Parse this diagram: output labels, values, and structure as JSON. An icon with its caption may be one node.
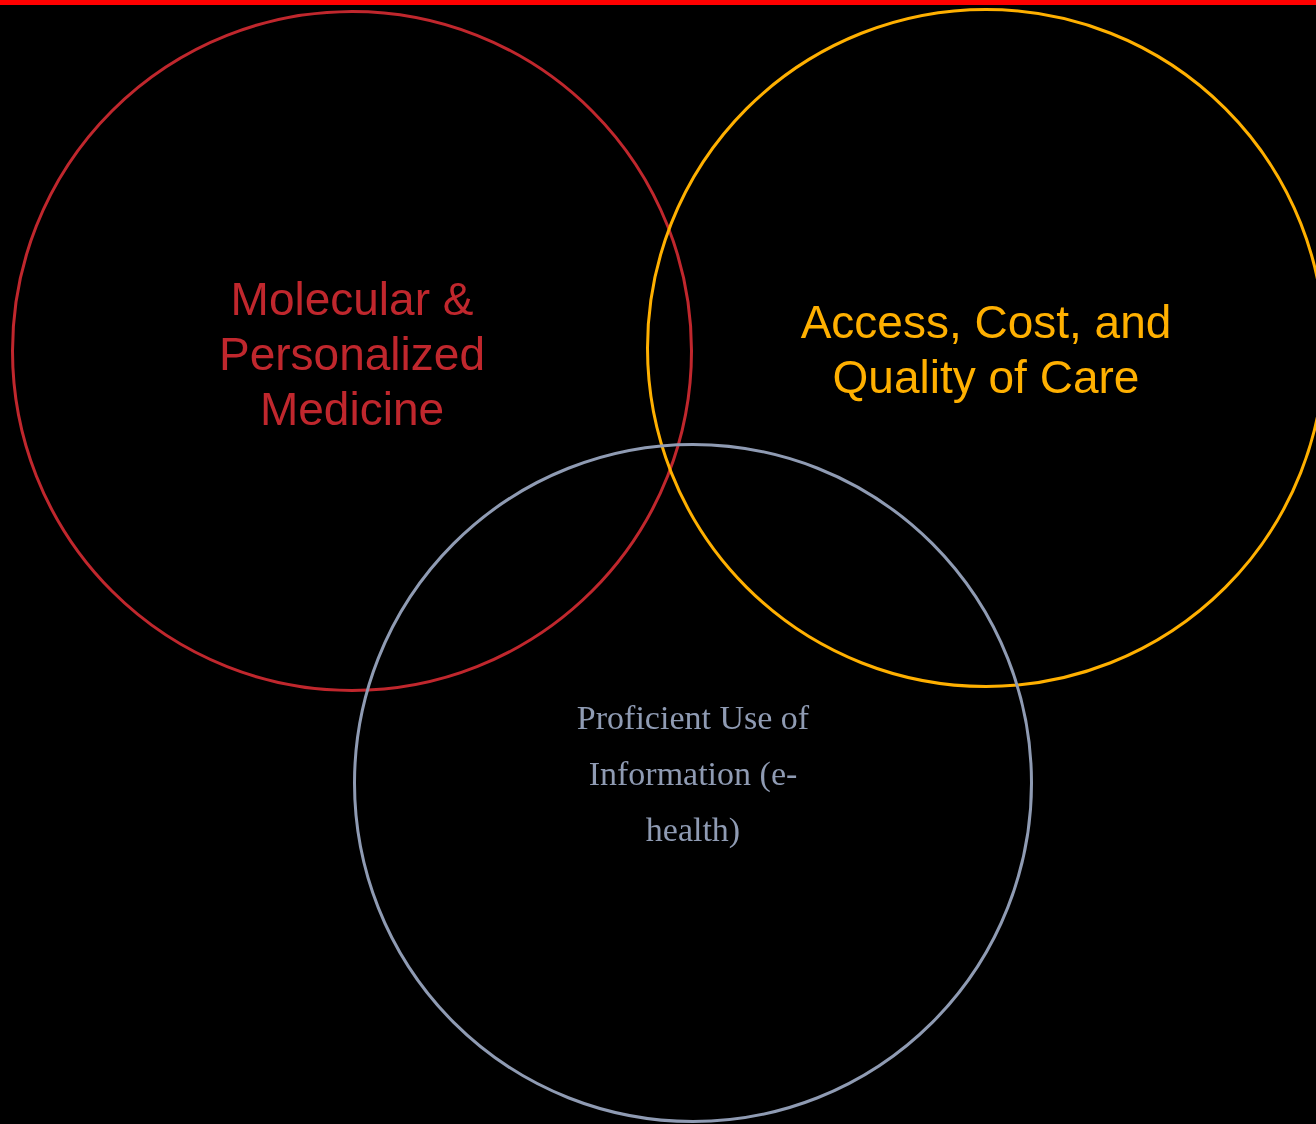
{
  "diagram": {
    "nodes": [
      {
        "text": [
          "Molecular & Personalized Medicine"
        ]
      },
      {
        "text": [
          "Access, Cost, and Quality of Care"
        ]
      },
      {
        "text": [
          "Proficient Use of Information (e-health)"
        ]
      }
    ]
  }
}
